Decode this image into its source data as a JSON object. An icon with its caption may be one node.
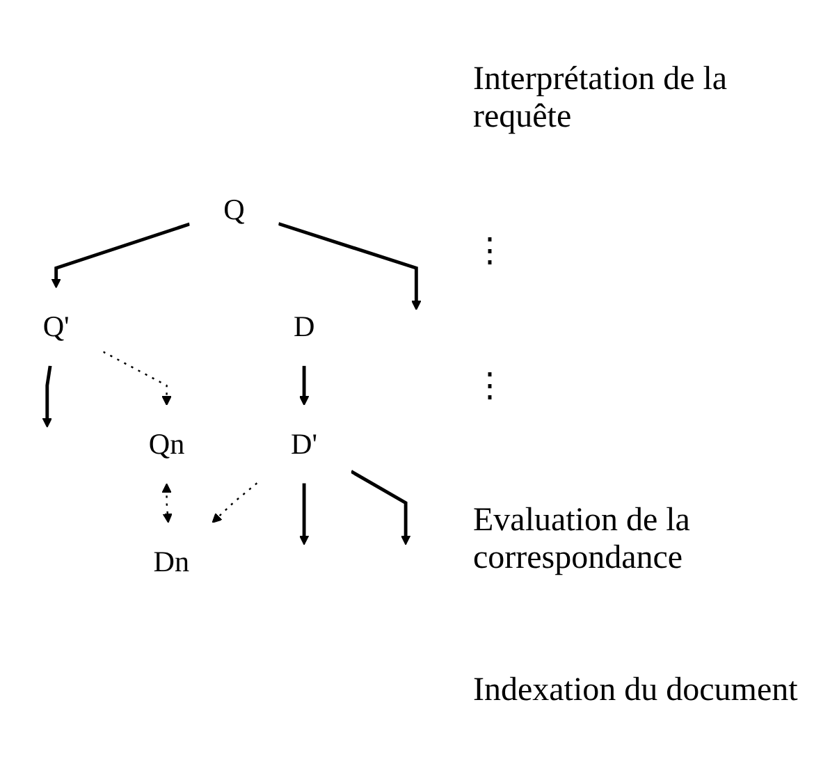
{
  "diagram": {
    "nodes": [
      {
        "text": [
          "Q"
        ]
      },
      {
        "text": [
          "Q'"
        ]
      },
      {
        "text": [
          "Qn"
        ]
      },
      {
        "text": [
          "Dn"
        ]
      },
      {
        "text": [
          "D'"
        ]
      },
      {
        "text": [
          "D"
        ]
      }
    ],
    "edges": [
      {
        "from": 0,
        "to": 1,
        "arrow": "to"
      },
      {
        "from": 0,
        "to": null,
        "arrow": "to"
      },
      {
        "from": 1,
        "to": null,
        "arrow": "to"
      },
      {
        "from": 1,
        "to": 2,
        "arrow": "to",
        "style": "dashed"
      },
      {
        "from": 2,
        "to": 3,
        "arrow": "both",
        "style": "dashed"
      },
      {
        "from": 4,
        "to": 3,
        "arrow": "to",
        "style": "dashed"
      },
      {
        "from": 4,
        "to": null,
        "arrow": "to"
      },
      {
        "from": 4,
        "to": null,
        "arrow": "to"
      },
      {
        "from": 5,
        "to": 4,
        "arrow": "to"
      }
    ],
    "labels": [
      "Interprétation de la requête",
      "⋮",
      "⋮",
      "Evaluation de la correspondance",
      "Indexation du document"
    ]
  }
}
